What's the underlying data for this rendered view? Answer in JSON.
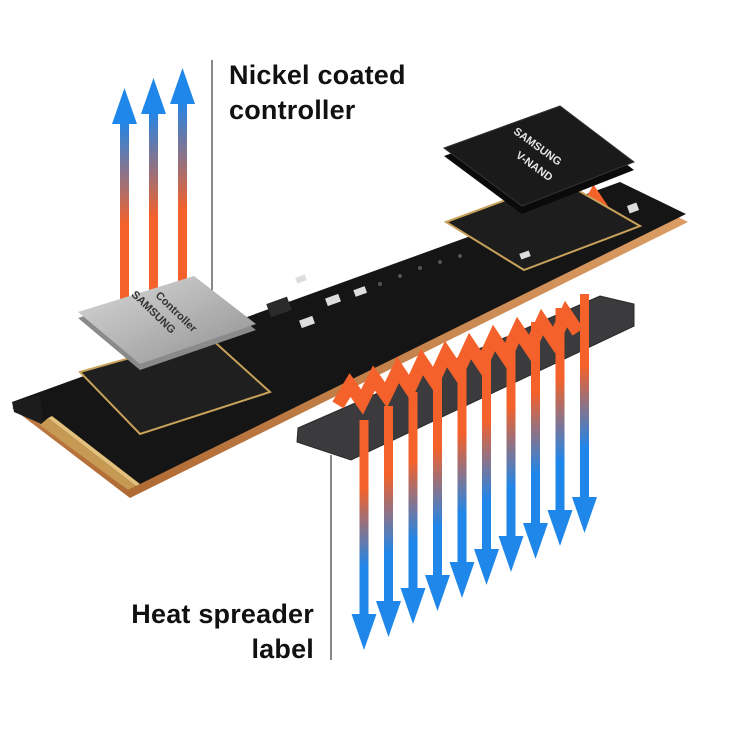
{
  "labels": {
    "controller": {
      "line1": "Nickel coated",
      "line2": "controller"
    },
    "heat_spreader": {
      "line1": "Heat spreader",
      "line2": "label"
    }
  },
  "chips": {
    "controller": {
      "brand": "SAMSUNG",
      "name": "Controller"
    },
    "nand": {
      "brand": "SAMSUNG",
      "name": "V-NAND"
    }
  },
  "colors": {
    "heat_orange": "#f4612a",
    "cool_blue": "#1f86ea",
    "pcb": "#141414",
    "heat_spreader": "#3b3b3d",
    "nickel": "#bdbdbd",
    "gold_contacts": "#c79a53"
  },
  "icons": {
    "upward_arrows": "arrow-up-icon",
    "downward_arrows": "arrow-down-icon"
  }
}
